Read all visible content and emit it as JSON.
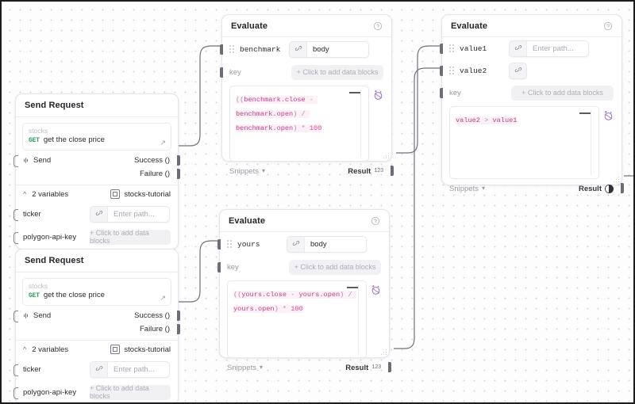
{
  "canvas": {
    "background": "#fdfdfd",
    "grid_color": "#d8d8dd",
    "border_color": "#1c1c1e"
  },
  "nodes": {
    "send_request_1": {
      "title": "Send Request",
      "collection": "stocks",
      "method": "GET",
      "endpoint": "get the close price",
      "send_label": "Send",
      "success_label": "Success ()",
      "failure_label": "Failure ()",
      "variables_label": "2 variables",
      "collection_tag": "stocks-tutorial",
      "vars": [
        {
          "name": "ticker",
          "input_type": "path",
          "placeholder": "Enter path..."
        },
        {
          "name": "polygon-api-key",
          "input_type": "blocks",
          "placeholder": "+ Click to add data blocks"
        }
      ]
    },
    "send_request_2": {
      "title": "Send Request",
      "collection": "stocks",
      "method": "GET",
      "endpoint": "get the close price",
      "send_label": "Send",
      "success_label": "Success ()",
      "failure_label": "Failure ()",
      "variables_label": "2 variables",
      "collection_tag": "stocks-tutorial",
      "vars": [
        {
          "name": "ticker",
          "input_type": "path",
          "placeholder": "Enter path..."
        },
        {
          "name": "polygon-api-key",
          "input_type": "blocks",
          "placeholder": "+ Click to add data blocks"
        }
      ]
    },
    "evaluate_benchmark": {
      "title": "Evaluate",
      "var_name": "benchmark",
      "var_value": "body",
      "key_label": "key",
      "key_placeholder": "+ Click to add data blocks",
      "code": "((benchmark.close - benchmark.open) / benchmark.open) * 100",
      "snippets_label": "Snippets",
      "result_label": "Result",
      "result_type": "123"
    },
    "evaluate_yours": {
      "title": "Evaluate",
      "var_name": "yours",
      "var_value": "body",
      "key_label": "key",
      "key_placeholder": "+ Click to add data blocks",
      "code": "((yours.close - yours.open) / yours.open) * 100",
      "snippets_label": "Snippets",
      "result_label": "Result",
      "result_type": "123"
    },
    "evaluate_compare": {
      "title": "Evaluate",
      "var1_name": "value1",
      "var1_placeholder": "Enter path...",
      "var2_name": "value2",
      "key_label": "key",
      "key_placeholder": "+ Click to add data blocks",
      "code": "value2 > value1",
      "snippets_label": "Snippets",
      "result_label": "Result",
      "result_type": "boolean"
    }
  },
  "icons": {
    "help": "help-circle-icon",
    "link": "link-icon",
    "send": "broadcast-icon",
    "ai": "ai-sparkle-icon",
    "collection": "collection-icon",
    "external": "external-link-arrow-icon"
  },
  "colors": {
    "method_get": "#2a9d5c",
    "code_identifier": "#c23e86",
    "code_number": "#e0489a",
    "code_selection_bg": "#fdf1f7",
    "ai_accent": "#9a6fc9",
    "port": "#6d6d78",
    "edge": "#70707b"
  }
}
